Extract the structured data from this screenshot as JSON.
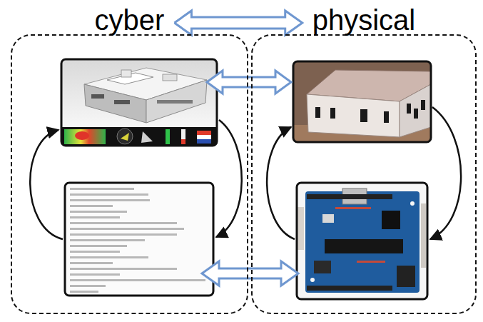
{
  "diagram": {
    "nodes": [
      {
        "text": [
          "cyber"
        ]
      },
      {
        "text": [
          "physical"
        ]
      }
    ],
    "edges": [
      {
        "from": 0,
        "to": 1,
        "arrow": "both"
      }
    ]
  }
}
